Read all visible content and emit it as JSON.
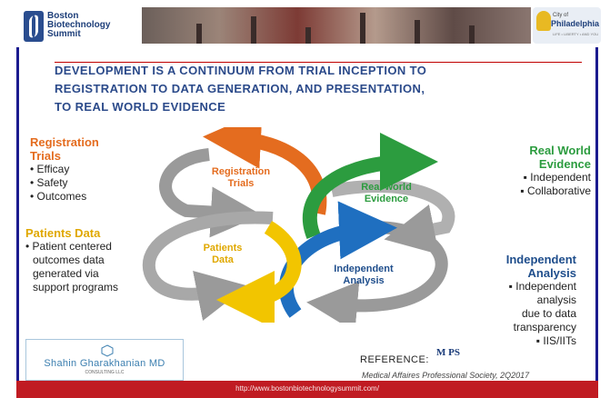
{
  "header": {
    "logo_text": [
      "Boston",
      "Biotechnology",
      "Summit"
    ],
    "philly_city": "City of",
    "philly_name": "Philadelphia",
    "philly_tag": "LIFE • LIBERTY • AND YOU"
  },
  "title": [
    "DEVELOPMENT IS A CONTINUUM FROM TRIAL INCEPTION TO",
    "REGISTRATION TO DATA GENERATION, AND PRESENTATION,",
    "TO REAL WORLD EVIDENCE"
  ],
  "blocks": {
    "registration": {
      "title": [
        "Registration",
        "Trials"
      ],
      "bullets": [
        "• Efficay",
        "• Safety",
        "• Outcomes"
      ]
    },
    "patients": {
      "title": [
        "Patients Data"
      ],
      "bullets": [
        "• Patient centered",
        "  outcomes data",
        "  generated via",
        "  support programs"
      ]
    },
    "real_world": {
      "title": [
        "Real World",
        "Evidence"
      ],
      "bullets": [
        "▪ Independent",
        "▪ Collaborative"
      ]
    },
    "independent": {
      "title": [
        "Independent",
        "Analysis"
      ],
      "bullets": [
        "▪ Independent",
        "analysis",
        "due to data",
        "transparency",
        "▪ IIS/IITs"
      ]
    }
  },
  "cycle_labels": {
    "registration": [
      "Registration",
      "Trials"
    ],
    "real_world": [
      "Real world",
      "Evidence"
    ],
    "patients": [
      "Patients",
      "Data"
    ],
    "independent": [
      "Independent",
      "Analysis"
    ]
  },
  "author": {
    "name": "Shahin Gharakhanian MD",
    "company": "CONSULTING LLC"
  },
  "reference": {
    "label": "REFERENCE:",
    "logo": "M  PS",
    "source": "Medical Affaires Professional Society, 2Q2017"
  },
  "footer": {
    "url": "http://www.bostonbiotechnologysummit.com/"
  },
  "colors": {
    "orange": "#e46c1f",
    "green": "#2c9c3f",
    "blue": "#1f6fc0",
    "yellow": "#f2c500",
    "gray": "#9a9a9a",
    "title": "#2b4a8a",
    "footer": "#c01b22"
  }
}
